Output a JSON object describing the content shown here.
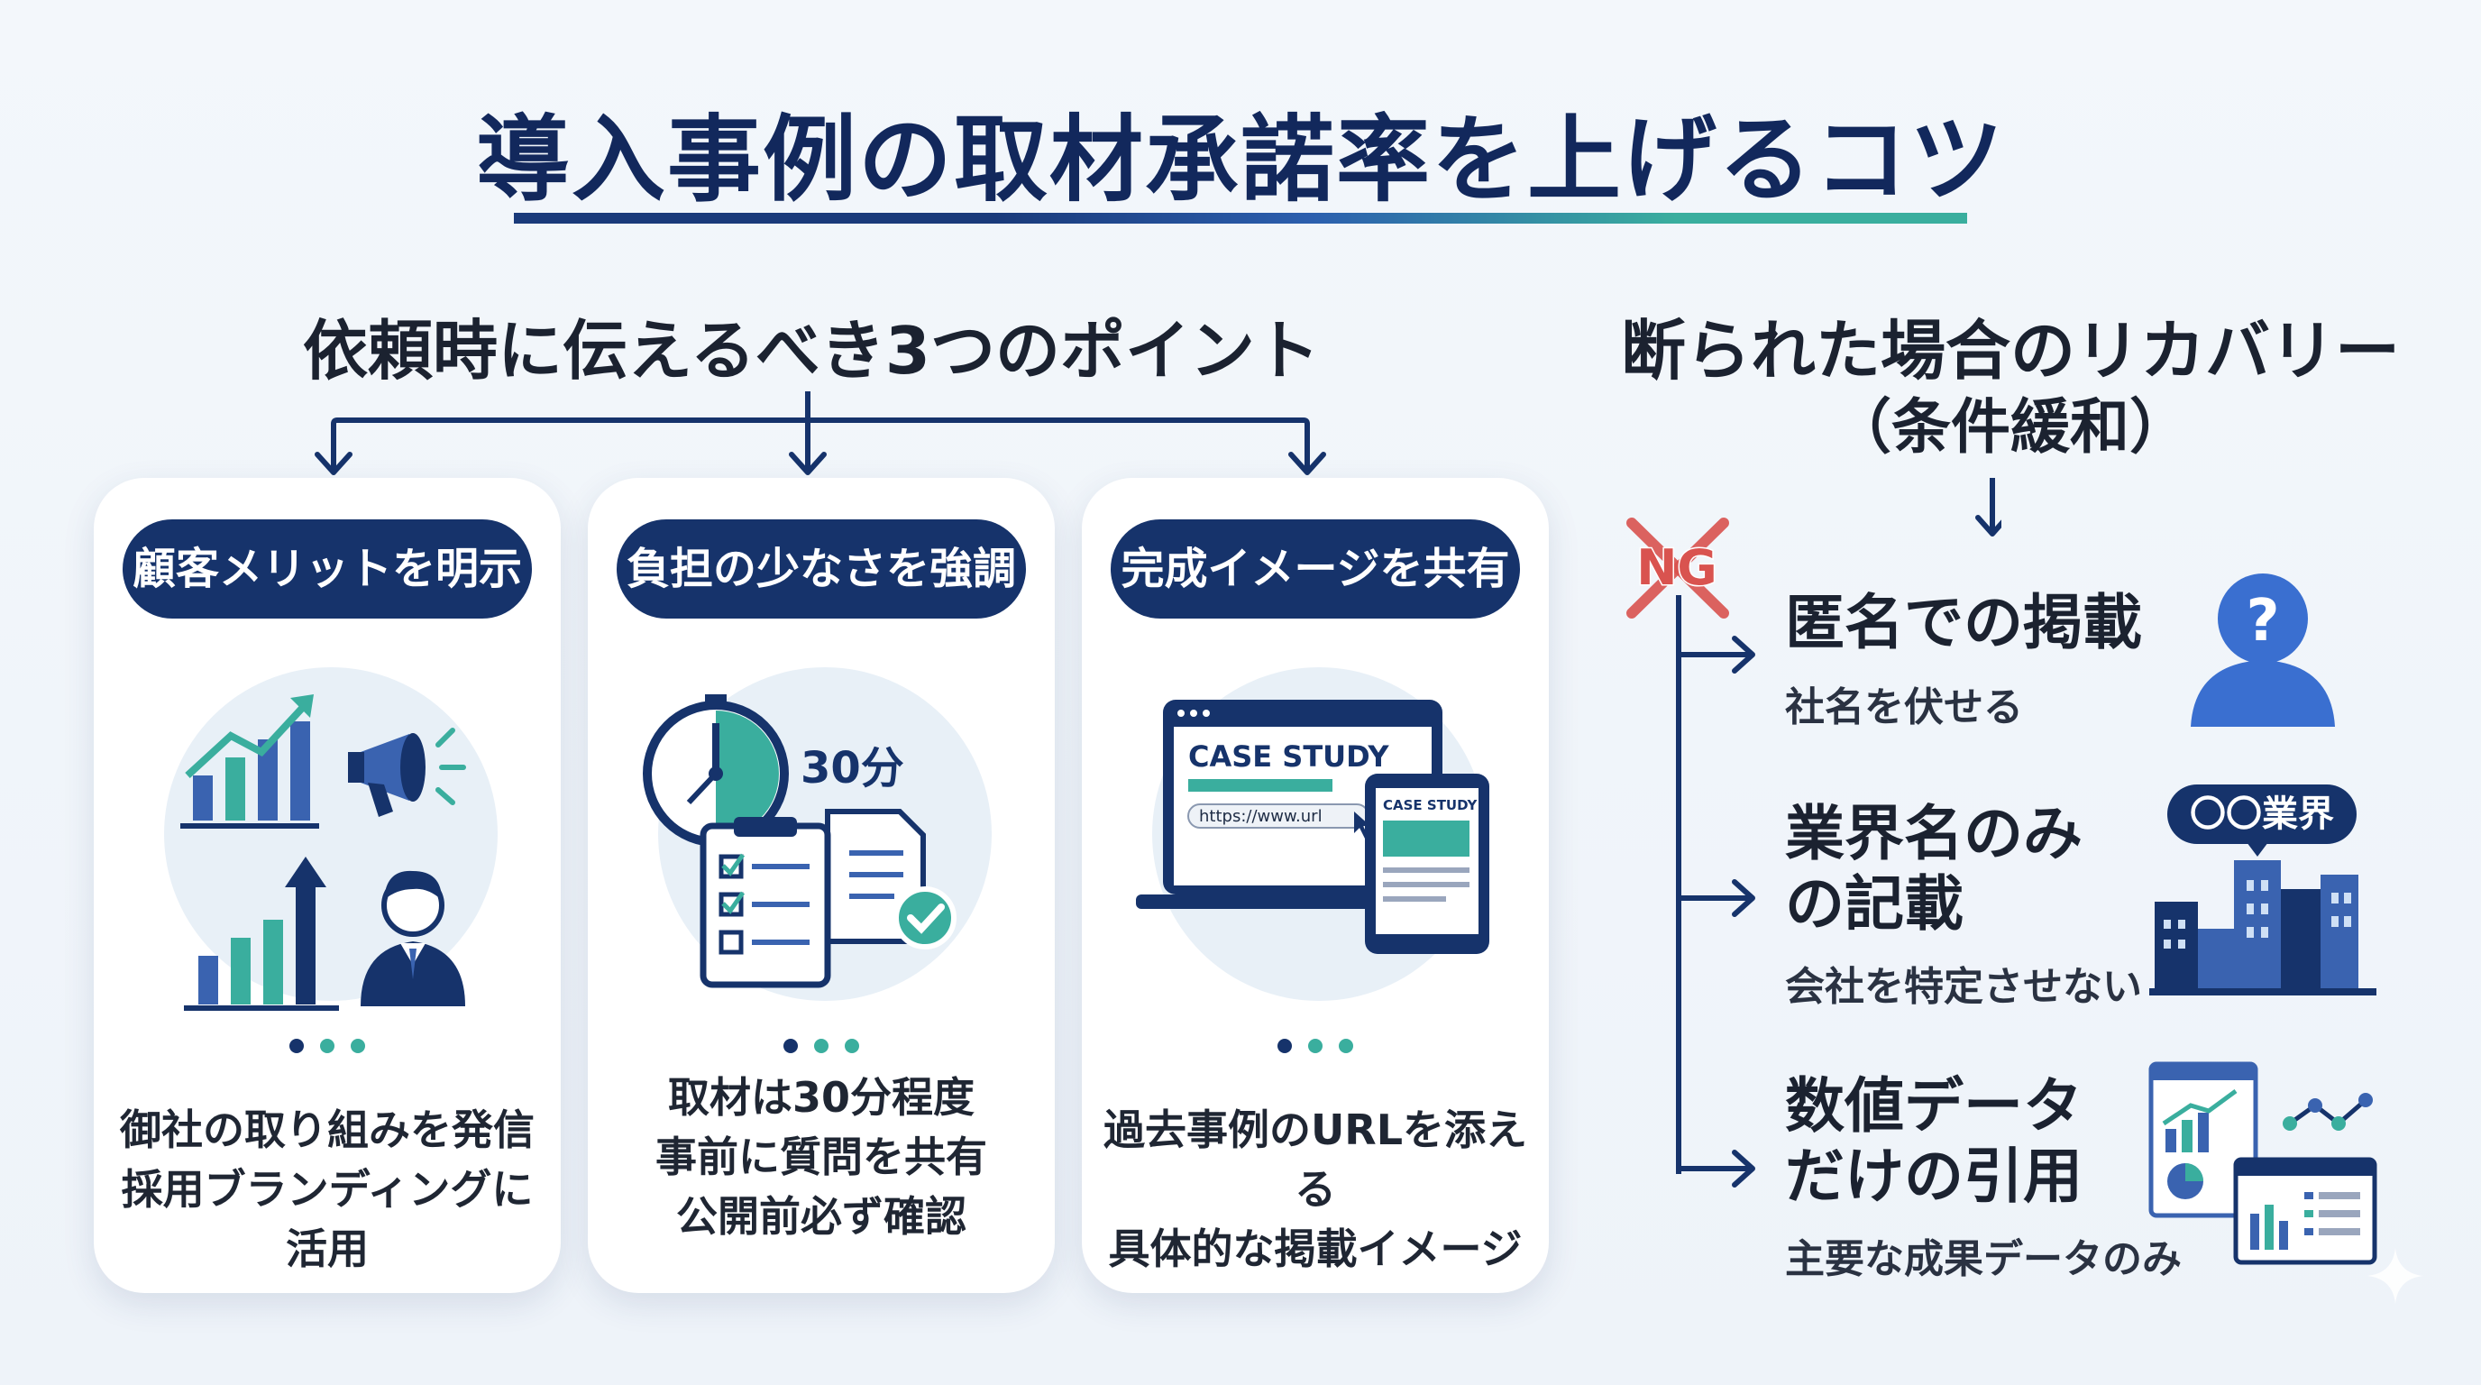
{
  "title": "導入事例の取材承諾率を上げるコツ",
  "left_section": {
    "heading": "依頼時に伝えるべき3つのポイント",
    "cards": [
      {
        "label": "顧客メリットを明示",
        "lines": [
          "御社の取り組みを発信",
          "採用ブランディングに活用"
        ]
      },
      {
        "label": "負担の少なさを強調",
        "lines": [
          "取材は30分程度",
          "事前に質問を共有",
          "公開前必ず確認"
        ],
        "clock_text": "30分"
      },
      {
        "label": "完成イメージを共有",
        "lines": [
          "過去事例のURLを添える",
          "具体的な掲載イメージ"
        ],
        "screen_title": "CASE STUDY",
        "tablet_title": "CASE STUDY",
        "url_text": "https://www.url"
      }
    ]
  },
  "right_section": {
    "heading": "断られた場合のリカバリー",
    "subheading": "（条件緩和）",
    "ng_label": "NG",
    "items": [
      {
        "title": "匿名での掲載",
        "sub": "社名を伏せる",
        "icon_text": "?"
      },
      {
        "title_lines": [
          "業界名のみ",
          "の記載"
        ],
        "sub": "会社を特定させない",
        "badge": "〇〇業界"
      },
      {
        "title_lines": [
          "数値データ",
          "だけの引用"
        ],
        "sub": "主要な成果データのみ"
      }
    ]
  },
  "colors": {
    "navy": "#16336b",
    "blue": "#3a63b0",
    "teal": "#3aae9e",
    "ng_red": "#d9534f"
  },
  "icons": [
    "line-chart-icon",
    "megaphone-icon",
    "bar-chart-icon",
    "businessman-icon",
    "clock-icon",
    "checklist-icon",
    "document-check-icon",
    "laptop-icon",
    "tablet-icon",
    "anonymous-person-icon",
    "buildings-icon",
    "dashboard-icon",
    "arrow-icon",
    "sparkle-icon"
  ]
}
